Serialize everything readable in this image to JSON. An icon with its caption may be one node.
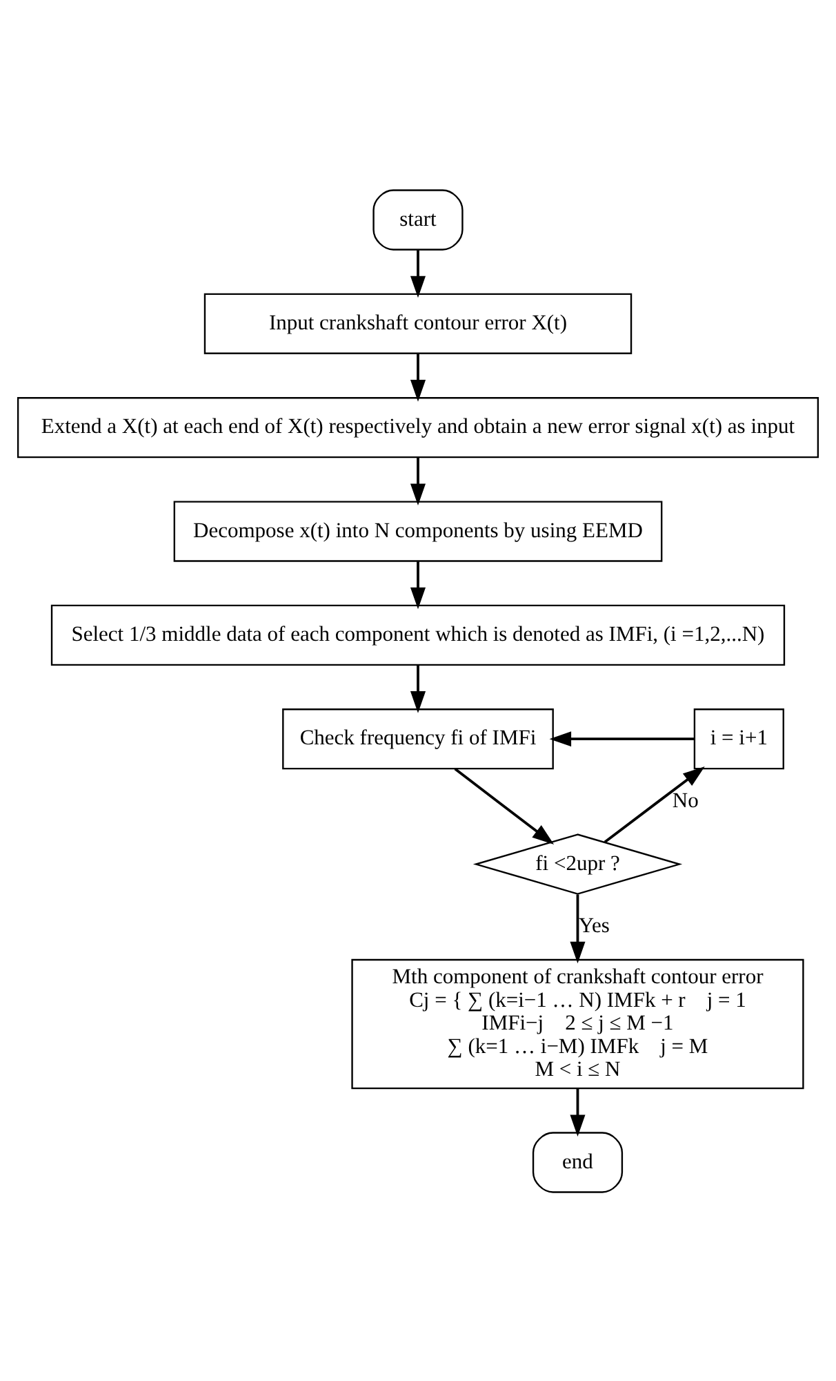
{
  "diagram": {
    "nodes": [
      {
        "text": [
          "start"
        ]
      },
      {
        "text": [
          "Input crankshaft contour error X(t)"
        ]
      },
      {
        "text": [
          "Extend a X(t) at each end of X(t) respectively and obtain a new error signal x(t) as input"
        ]
      },
      {
        "text": [
          "Decompose x(t) into N components by using EEMD"
        ]
      },
      {
        "text": [
          "Select 1/3 middle data of each component which is denoted as IMFi, (i =1,2,...N)"
        ]
      },
      {
        "text": [
          "Check frequency fi of IMFi"
        ]
      },
      {
        "text": [
          "fi <2upr ?"
        ]
      },
      {
        "text": [
          "i = i+1"
        ]
      },
      {
        "text": [
          "Mth component of crankshaft contour error",
          "Cj = { ∑ (k=i−1 … N) IMFk + r    j = 1",
          "IMFi−j    2 ≤ j ≤ M −1",
          "∑ (k=1 … i−M) IMFk    j = M",
          "M < i ≤ N"
        ]
      },
      {
        "text": [
          "end"
        ]
      }
    ],
    "edges": [
      {
        "from": 0,
        "to": 1,
        "arrow": "to"
      },
      {
        "from": 1,
        "to": 2,
        "arrow": "to"
      },
      {
        "from": 2,
        "to": 3,
        "arrow": "to"
      },
      {
        "from": 3,
        "to": 4,
        "arrow": "to"
      },
      {
        "from": 4,
        "to": 5,
        "arrow": "to"
      },
      {
        "from": 5,
        "to": 6,
        "arrow": "to"
      },
      {
        "from": 6,
        "to": 7,
        "arrow": "to",
        "label": "No"
      },
      {
        "from": 7,
        "to": 5,
        "arrow": "to"
      },
      {
        "from": 6,
        "to": 8,
        "arrow": "to",
        "label": "Yes"
      },
      {
        "from": 8,
        "to": 9,
        "arrow": "to"
      }
    ]
  }
}
